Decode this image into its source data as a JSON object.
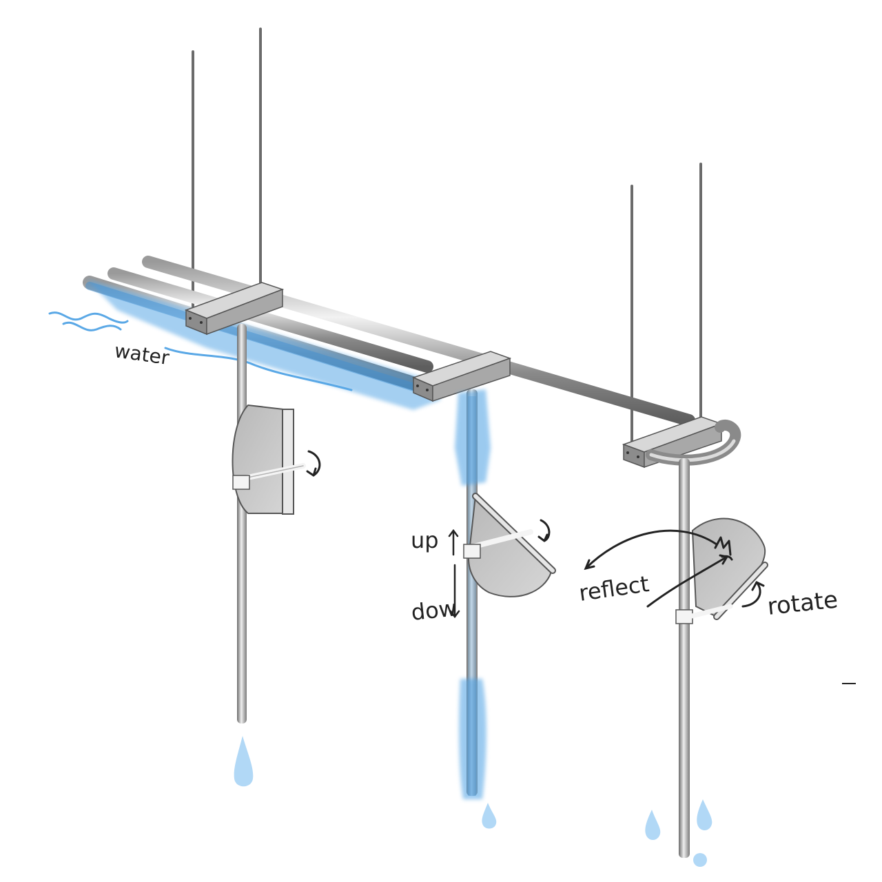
{
  "labels": {
    "water": "water",
    "up": "up",
    "down": "dow",
    "reflect": "reflect",
    "rotate": "rotate"
  },
  "colors": {
    "water": "#5aa8e6",
    "water_light": "#a9d4f5",
    "metal_dark": "#6d6d6d",
    "metal_mid": "#a3a3a3",
    "metal_light": "#ededed",
    "panel": "#c4c4c4",
    "ink": "#222222"
  },
  "icons": {
    "rotation": "curved-arrow-icon",
    "sun": "sun-icon",
    "drop": "water-drop-icon"
  }
}
